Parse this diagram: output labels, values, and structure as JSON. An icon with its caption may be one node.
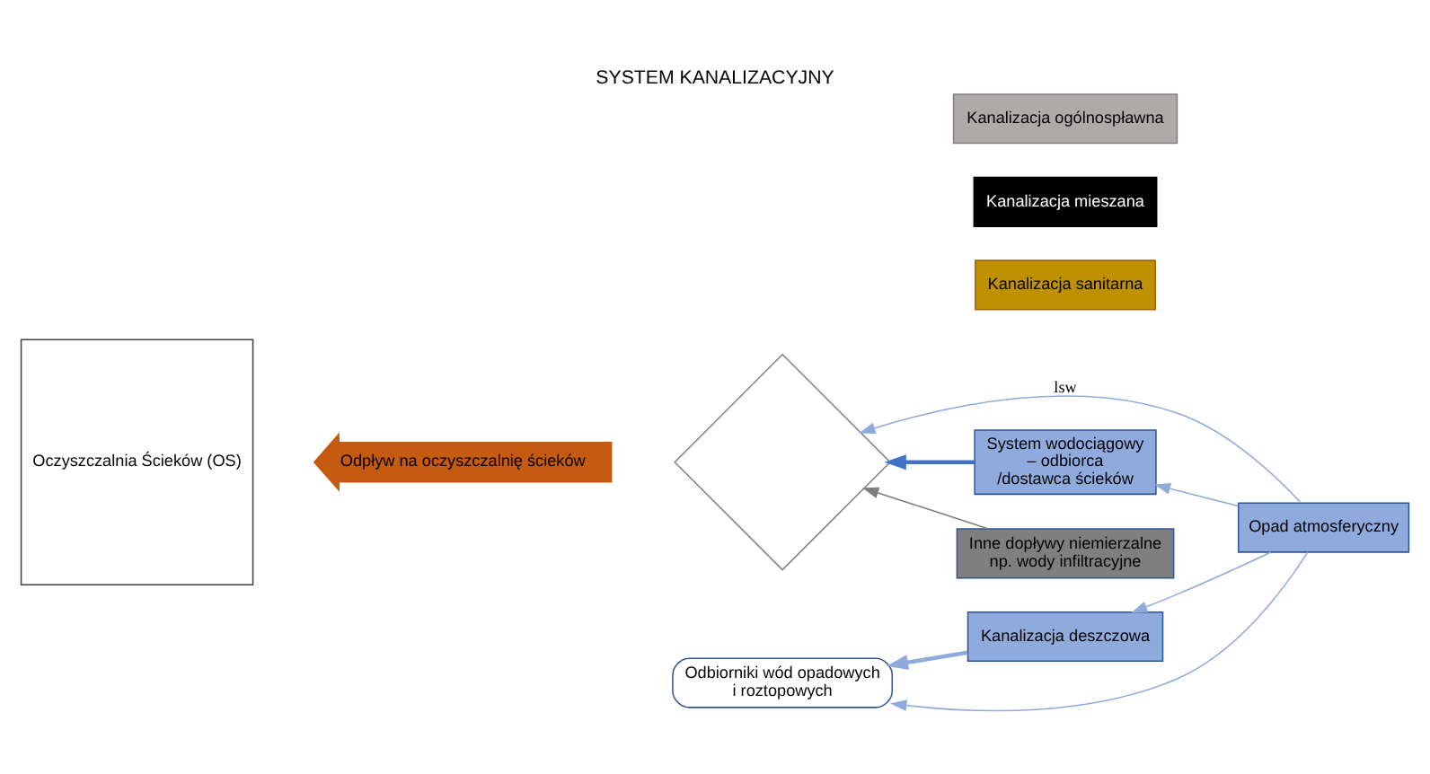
{
  "diagram": {
    "title": "SYSTEM KANALIZACYJNY",
    "nodes": [
      {
        "text": [
          "Oczyszczalnia Ścieków (OS)"
        ]
      },
      {
        "text": [
          "Odpływ na oczyszczalnię ścieków"
        ]
      },
      {
        "text": [],
        "shape": "diamond"
      },
      {
        "text": [
          "Kanalizacja sanitarna"
        ]
      },
      {
        "text": [
          "Kanalizacja mieszana"
        ]
      },
      {
        "text": [
          "Kanalizacja ogólnospławna"
        ]
      },
      {
        "text": [
          "Kanalizacja deszczowa"
        ]
      },
      {
        "text": [
          "Inne dopływy niemierzalne np. wody infiltracyjne"
        ]
      },
      {
        "text": [
          "System wodociągowy – odbiorca /dostawca ścieków"
        ]
      },
      {
        "text": [
          "Opad atmosferyczny"
        ]
      },
      {
        "text": [
          "Odbiorniki wód opadowych i roztopowych"
        ]
      }
    ],
    "edges": [
      {
        "from": 7,
        "to": 2,
        "arrow": "to",
        "color": "#7f7f7f"
      },
      {
        "from": 8,
        "to": 2,
        "arrow": "to",
        "style": "thick",
        "color": "#4472c4"
      },
      {
        "from": 9,
        "to": 2,
        "arrow": "to",
        "label": "lsw"
      },
      {
        "from": 9,
        "to": 8,
        "arrow": "to"
      },
      {
        "from": 9,
        "to": 6,
        "arrow": "to"
      },
      {
        "from": 9,
        "to": 10,
        "arrow": "to"
      },
      {
        "from": 6,
        "to": 10,
        "arrow": "to",
        "style": "thick"
      }
    ]
  }
}
